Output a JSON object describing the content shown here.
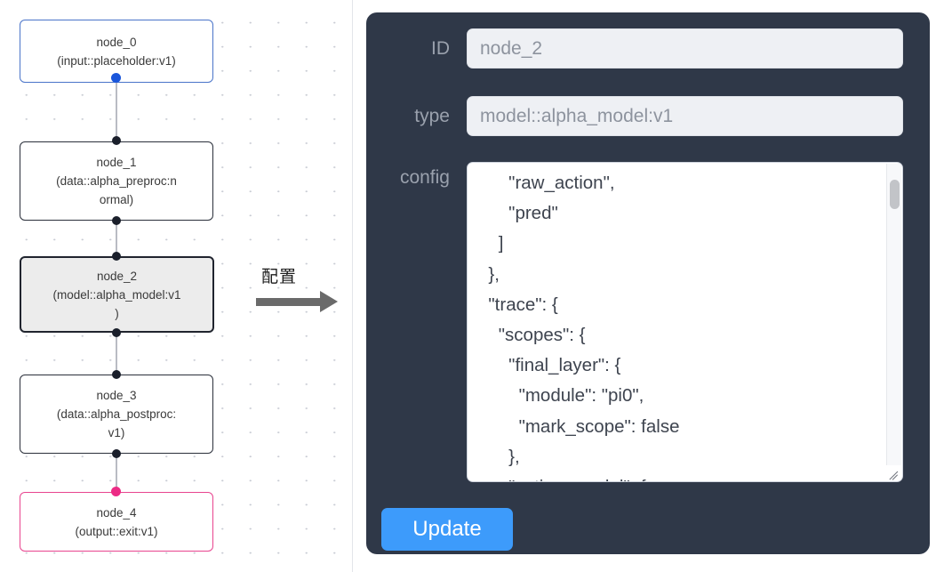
{
  "canvas": {
    "nodes": [
      {
        "id": "node_0",
        "type": "(input::placeholder:v1)",
        "label": "node_0\n(input::placeholder:v1)",
        "style": "blue",
        "selected": false
      },
      {
        "id": "node_1",
        "type": "(data::alpha_preproc:normal)",
        "label": "node_1\n(data::alpha_preproc:n\normal)",
        "style": "dark",
        "selected": false
      },
      {
        "id": "node_2",
        "type": "(model::alpha_model:v1)",
        "label": "node_2\n(model::alpha_model:v1\n)",
        "style": "selected",
        "selected": true
      },
      {
        "id": "node_3",
        "type": "(data::alpha_postproc:v1)",
        "label": "node_3\n(data::alpha_postproc:\nv1)",
        "style": "dark",
        "selected": false
      },
      {
        "id": "node_4",
        "type": "(output::exit:v1)",
        "label": "node_4\n(output::exit:v1)",
        "style": "pink",
        "selected": false
      }
    ],
    "colors": {
      "node_blue_border": "#4a74c9",
      "node_dark_border": "#2a2f3a",
      "node_selected_fill": "#ececec",
      "node_pink_border": "#e8448f",
      "port_default": "#1a1f2b",
      "port_blue": "#1a56db",
      "port_pink": "#ec2b85",
      "edge": "#b9bcc4",
      "grid_dot": "#c9ccd4"
    }
  },
  "arrow": {
    "label": "配置",
    "color": "#6a6a6a"
  },
  "panel": {
    "background": "#2f3848",
    "fields": {
      "id": {
        "label": "ID",
        "value": "node_2",
        "placeholder": "node_2"
      },
      "type": {
        "label": "type",
        "value": "model::alpha_model:v1",
        "placeholder": "model::alpha_model:v1"
      },
      "config": {
        "label": "config",
        "value": "      \"raw_action\",\n      \"pred\"\n    ]\n  },\n  \"trace\": {\n    \"scopes\": {\n      \"final_layer\": {\n        \"module\": \"pi0\",\n        \"mark_scope\": false\n      },\n      \"action_model\": {"
      }
    },
    "update_button": {
      "label": "Update",
      "color": "#3d9bfb"
    },
    "scrollbar": {
      "visible": true,
      "thumb_position_pct": 6
    }
  }
}
